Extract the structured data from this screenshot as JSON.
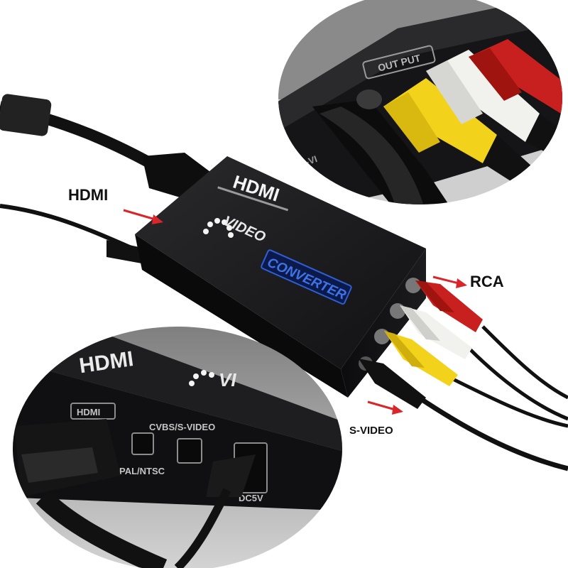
{
  "callouts": {
    "hdmi": "HDMI",
    "rca": "RCA",
    "svideo": "S-VIDEO"
  },
  "device": {
    "brand": "HDMI",
    "subtitle_left": "VIDEO",
    "subtitle_right": "CONVERTER"
  },
  "top_inset": {
    "panel_label": "OUT PUT",
    "port_label": "S-VI"
  },
  "bottom_inset": {
    "brand": "HDMI",
    "subtitle": "VI",
    "port_hdmi": "HDMI",
    "port_cvbs": "CVBS/S-VIDEO",
    "port_switch": "PAL/NTSC",
    "port_power": "DC5V"
  },
  "colors": {
    "arrow": "#d9262a",
    "rca_red": "#c8201e",
    "rca_white": "#f1f1ee",
    "rca_yellow": "#f2d21a",
    "device_body": "#1b1b1d",
    "logo_blue": "#2f5fd6"
  }
}
